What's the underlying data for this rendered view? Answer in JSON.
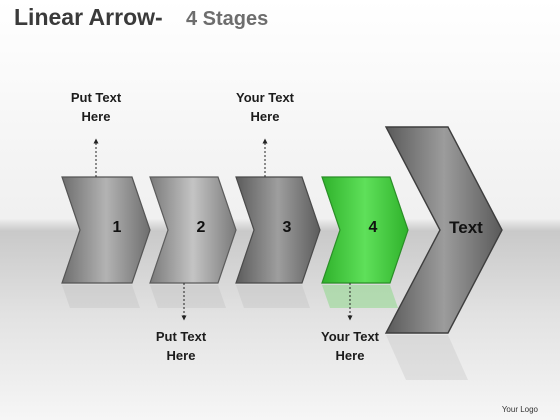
{
  "title": {
    "main": "Linear Arrow",
    "sub": "4 Stages",
    "dash": "-"
  },
  "stages": [
    {
      "label": "1",
      "color": "#8c8c8c"
    },
    {
      "label": "2",
      "color": "#9a9a9a"
    },
    {
      "label": "3",
      "color": "#808080"
    },
    {
      "label": "4",
      "color": "#3ec93a"
    }
  ],
  "final_arrow": {
    "label": "Text",
    "color": "#7d7d7d"
  },
  "callouts": {
    "top_1": "Put Text\nHere",
    "top_3": "Your Text\nHere",
    "bottom_2": "Put Text\nHere",
    "bottom_4": "Your Text\nHere"
  },
  "logo": "Your Logo",
  "colors": {
    "background_top": "#ffffff",
    "band": "#d2d2d2",
    "accent": "#3ec93a"
  }
}
